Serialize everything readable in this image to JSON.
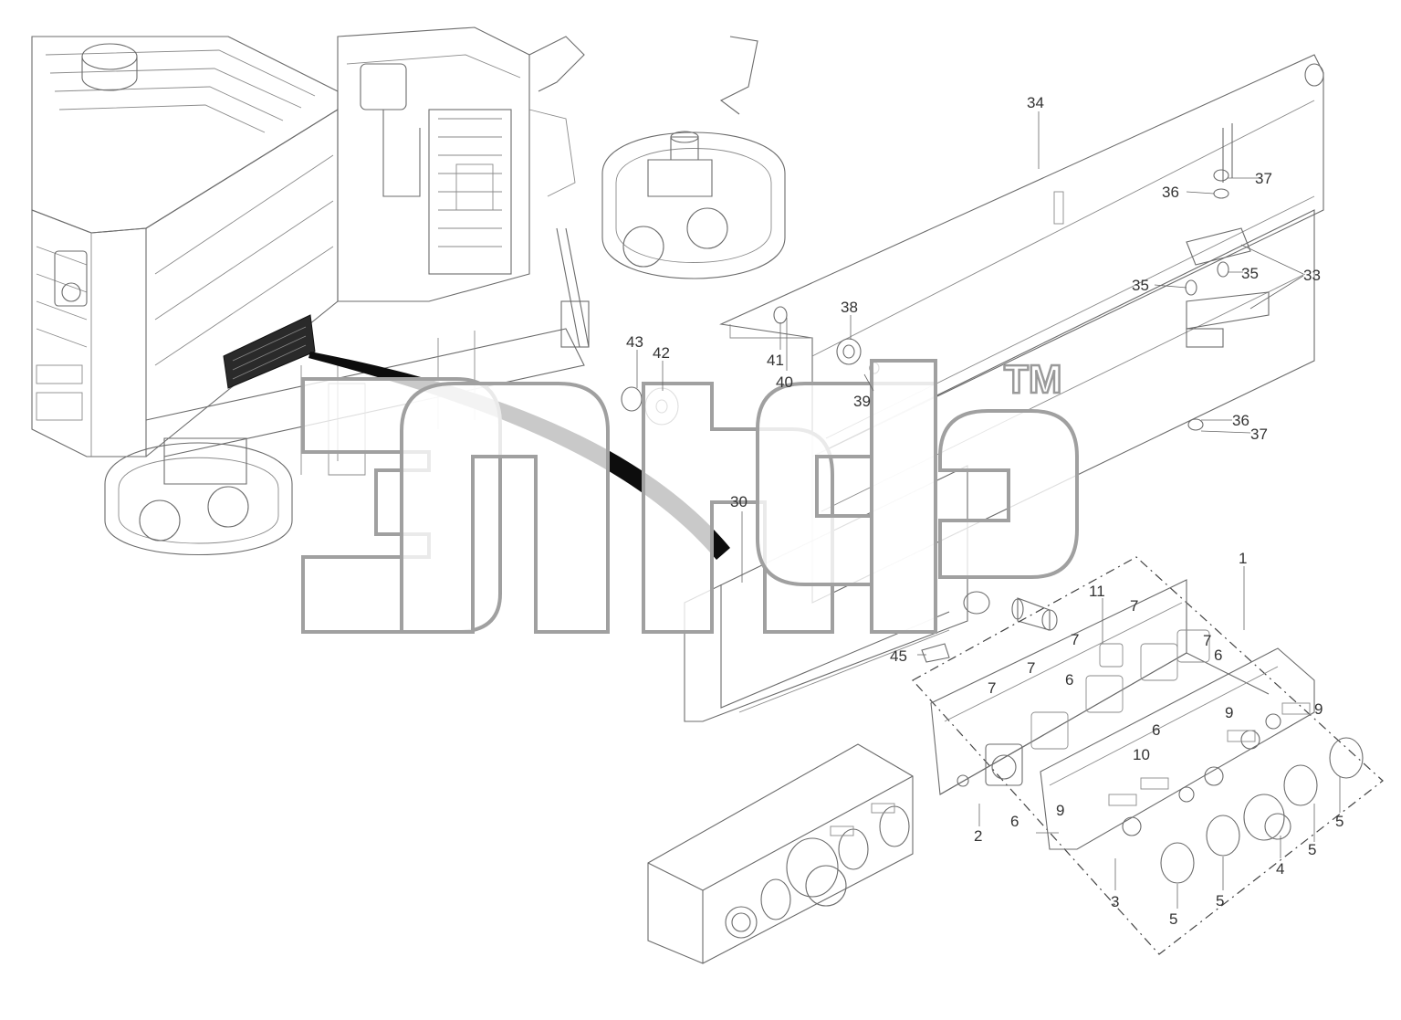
{
  "watermark": {
    "trademark": "TM"
  },
  "callouts": [
    {
      "id": "c-34",
      "text": "34"
    },
    {
      "id": "c-37a",
      "text": "37"
    },
    {
      "id": "c-36a",
      "text": "36"
    },
    {
      "id": "c-33",
      "text": "33"
    },
    {
      "id": "c-35a",
      "text": "35"
    },
    {
      "id": "c-35b",
      "text": "35"
    },
    {
      "id": "c-38",
      "text": "38"
    },
    {
      "id": "c-43",
      "text": "43"
    },
    {
      "id": "c-42",
      "text": "42"
    },
    {
      "id": "c-41",
      "text": "41"
    },
    {
      "id": "c-40",
      "text": "40"
    },
    {
      "id": "c-39",
      "text": "39"
    },
    {
      "id": "c-36b",
      "text": "36"
    },
    {
      "id": "c-37b",
      "text": "37"
    },
    {
      "id": "c-30",
      "text": "30"
    },
    {
      "id": "c-1",
      "text": "1"
    },
    {
      "id": "c-11",
      "text": "11"
    },
    {
      "id": "c-7a",
      "text": "7"
    },
    {
      "id": "c-7b",
      "text": "7"
    },
    {
      "id": "c-7c",
      "text": "7"
    },
    {
      "id": "c-6a",
      "text": "6"
    },
    {
      "id": "c-45",
      "text": "45"
    },
    {
      "id": "c-7d",
      "text": "7"
    },
    {
      "id": "c-7e",
      "text": "7"
    },
    {
      "id": "c-6b",
      "text": "6"
    },
    {
      "id": "c-6c",
      "text": "6"
    },
    {
      "id": "c-9a",
      "text": "9"
    },
    {
      "id": "c-9b",
      "text": "9"
    },
    {
      "id": "c-10",
      "text": "10"
    },
    {
      "id": "c-9c",
      "text": "9"
    },
    {
      "id": "c-6d",
      "text": "6"
    },
    {
      "id": "c-2",
      "text": "2"
    },
    {
      "id": "c-5a",
      "text": "5"
    },
    {
      "id": "c-5b",
      "text": "5"
    },
    {
      "id": "c-4",
      "text": "4"
    },
    {
      "id": "c-3",
      "text": "3"
    },
    {
      "id": "c-5c",
      "text": "5"
    },
    {
      "id": "c-5d",
      "text": "5"
    }
  ]
}
